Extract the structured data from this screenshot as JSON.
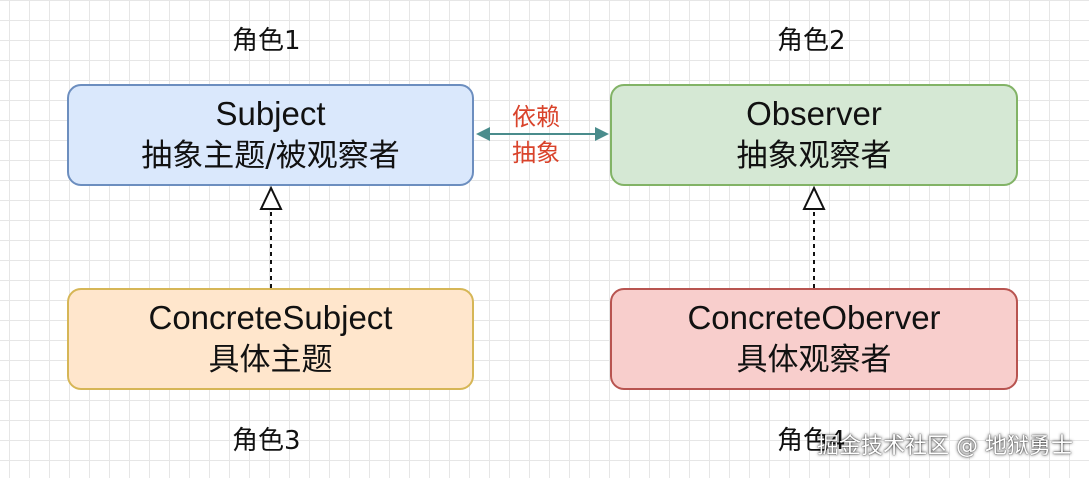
{
  "colors": {
    "subject_fill": "#dae8fc",
    "subject_border": "#6c8ebf",
    "observer_fill": "#d5e8d4",
    "observer_border": "#82b366",
    "concrete_subject_fill": "#ffe6cc",
    "concrete_subject_border": "#d6b656",
    "concrete_observer_fill": "#f8cecc",
    "concrete_observer_border": "#b85450",
    "dependency_line": "#4a8c8c",
    "dependency_label": "#d9432b"
  },
  "roles": {
    "role1": "角色1",
    "role2": "角色2",
    "role3": "角色3",
    "role4": "角色4"
  },
  "nodes": {
    "subject": {
      "title": "Subject",
      "subtitle": "抽象主题/被观察者"
    },
    "observer": {
      "title": "Observer",
      "subtitle": "抽象观察者"
    },
    "concrete_subject": {
      "title": "ConcreteSubject",
      "subtitle": "具体主题"
    },
    "concrete_observer": {
      "title": "ConcreteOberver",
      "subtitle": "具体观察者"
    }
  },
  "dependency": {
    "label_line1": "依赖",
    "label_line2": "抽象"
  },
  "watermark": "掘金技术社区 @ 地狱勇士"
}
